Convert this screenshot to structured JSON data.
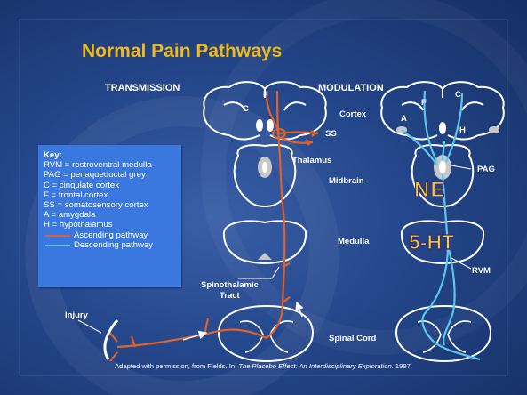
{
  "title": "Normal Pain Pathways",
  "headers": {
    "transmission": "TRANSMISSION",
    "modulation": "MODULATION"
  },
  "labels": {
    "cortex": "Cortex",
    "ss": "SS",
    "thalamus": "Thalamus",
    "midbrain": "Midbrain",
    "medulla": "Medulla",
    "spinothalamic": "Spinothalamic",
    "tract": "Tract",
    "spinal_cord": "Spinal Cord",
    "injury": "Injury",
    "pag": "PAG",
    "rvm": "RVM",
    "c_left": "C",
    "f_left": "F",
    "c_right": "C",
    "f_right": "F",
    "a_right": "A",
    "h_right": "H",
    "ne": "NE",
    "ht": "5-HT"
  },
  "key": {
    "title": "Key:",
    "items": [
      "RVM = rostroventral medulla",
      "PAG = periaqueductal grey",
      "C = cingulate cortex",
      "F = frontal cortex",
      "SS = somatosensory cortex",
      "A = amygdala",
      "H = hypothalamus"
    ],
    "ascending": "Ascending pathway",
    "descending": "Descending pathway"
  },
  "citation": {
    "prefix": "Adapted with permission, from Fields. In: ",
    "work": "The Placebo Effect: An Interdisciplinary Exploration",
    "suffix": ". 1997."
  },
  "colors": {
    "ascending": "#e0622a",
    "descending": "#5cc6ee",
    "title": "#f2b81c",
    "key_bg": "#3a78e0",
    "badge_ne": "#f7d21d",
    "badge_ht": "#f7d21d"
  }
}
